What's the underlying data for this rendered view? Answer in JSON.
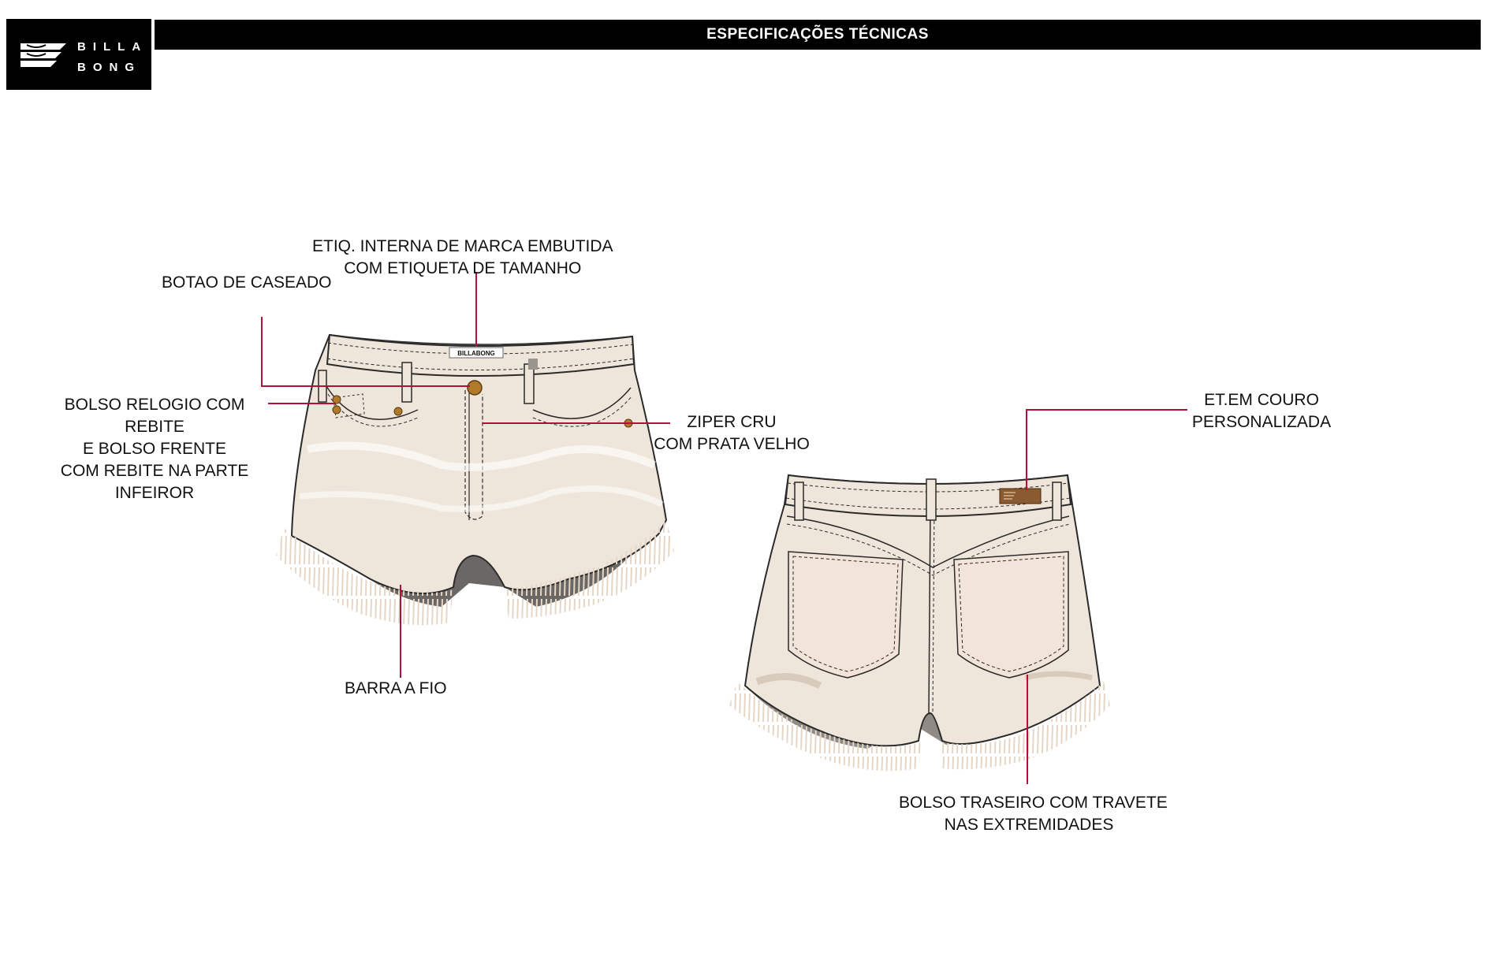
{
  "logo": {
    "line1": "BILLA",
    "line2": "BONG"
  },
  "header": {
    "title": "ESPECIFICAÇÕES TÉCNICAS"
  },
  "front_label_tag": "BILLABONG",
  "labels": {
    "etiq_line1": "ETIQ. INTERNA DE MARCA EMBUTIDA",
    "etiq_line2": "COM ETIQUETA DE TAMANHO",
    "botao": "BOTAO DE CASEADO",
    "bolso_line1": "BOLSO RELOGIO COM",
    "bolso_line2": "REBITE",
    "bolso_line3": "E BOLSO FRENTE",
    "bolso_line4": "COM REBITE NA PARTE",
    "bolso_line5": "INFEIROR",
    "ziper_line1": "ZIPER CRU",
    "ziper_line2": "COM PRATA VELHO",
    "barra": "BARRA A FIO",
    "et_line1": "ET.EM COURO",
    "et_line2": "PERSONALIZADA",
    "traseiro_line1": "BOLSO TRASEIRO COM TRAVETE",
    "traseiro_line2": "NAS EXTREMIDADES"
  },
  "colors": {
    "callout": "#b0103a",
    "fabric": "#efe6db",
    "fabric_shadow": "#d9cbbb",
    "stitch": "#2a2a2a",
    "rivet": "#b07a2a",
    "leather": "#8a5a30"
  }
}
